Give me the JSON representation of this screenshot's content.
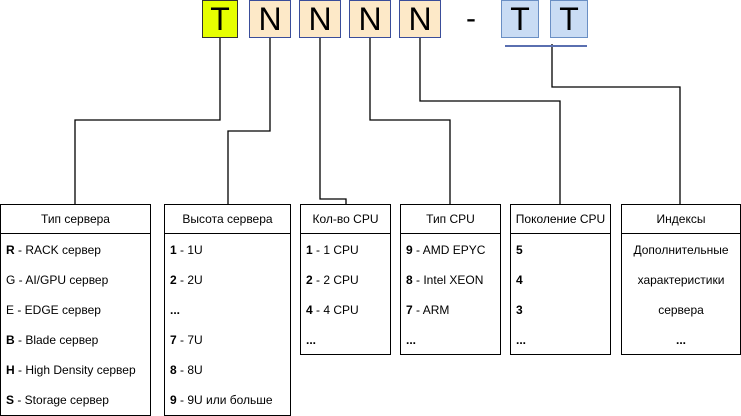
{
  "code": {
    "letters": [
      {
        "char": "T",
        "style": "highlight"
      },
      {
        "char": "N",
        "style": "digit"
      },
      {
        "char": "N",
        "style": "digit"
      },
      {
        "char": "N",
        "style": "digit"
      },
      {
        "char": "N",
        "style": "digit"
      },
      {
        "char": "-",
        "style": "separator"
      },
      {
        "char": "T",
        "style": "index"
      },
      {
        "char": "T",
        "style": "index"
      }
    ],
    "colors": {
      "highlight": "#e6ff00",
      "digit": "#fde9c8",
      "index": "#c9dcf4",
      "line": "#000000"
    }
  },
  "boxes": [
    {
      "title": "Тип сервера",
      "rows": [
        {
          "key": "R",
          "text": " - RACK сервер"
        },
        {
          "key": "",
          "text": "G - AI/GPU сервер"
        },
        {
          "key": "",
          "text": "E - EDGE сервер"
        },
        {
          "key": "B",
          "text": " - Blade сервер"
        },
        {
          "key": "H",
          "text": " - High Density сервер"
        },
        {
          "key": "S",
          "text": " - Storage сервер"
        }
      ]
    },
    {
      "title": "Высота сервера",
      "rows": [
        {
          "key": "1",
          "text": " - 1U"
        },
        {
          "key": "2",
          "text": " - 2U"
        },
        {
          "key": "...",
          "text": ""
        },
        {
          "key": "7",
          "text": " - 7U"
        },
        {
          "key": "8",
          "text": " - 8U"
        },
        {
          "key": "9",
          "text": " - 9U или больше"
        }
      ]
    },
    {
      "title": "Кол-во CPU",
      "rows": [
        {
          "key": "1",
          "text": " - 1 CPU"
        },
        {
          "key": "2",
          "text": " - 2 CPU"
        },
        {
          "key": "4",
          "text": " - 4 CPU"
        },
        {
          "key": "...",
          "text": ""
        }
      ]
    },
    {
      "title": "Тип CPU",
      "rows": [
        {
          "key": "9",
          "text": " - AMD EPYC"
        },
        {
          "key": "8",
          "text": " - Intel XEON"
        },
        {
          "key": "7",
          "text": " - ARM"
        },
        {
          "key": "...",
          "text": ""
        }
      ]
    },
    {
      "title": "Поколение CPU",
      "rows": [
        {
          "key": "5",
          "text": ""
        },
        {
          "key": "4",
          "text": ""
        },
        {
          "key": "3",
          "text": ""
        },
        {
          "key": "...",
          "text": ""
        }
      ]
    },
    {
      "title": "Индексы",
      "rows": [
        {
          "key": "",
          "text": "Дополнительные"
        },
        {
          "key": "",
          "text": "характеристики"
        },
        {
          "key": "",
          "text": "сервера"
        },
        {
          "key": "...",
          "text": ""
        }
      ]
    }
  ]
}
